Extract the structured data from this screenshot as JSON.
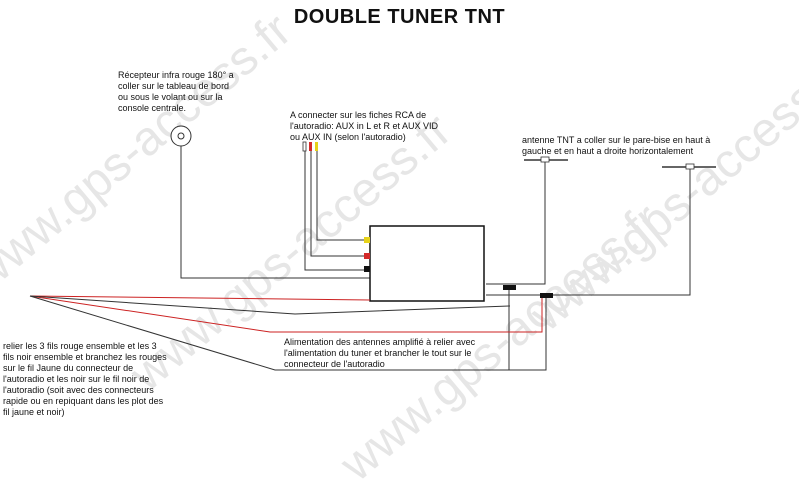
{
  "title": "DOUBLE TUNER TNT",
  "watermark": "www.gps-access.fr",
  "labels": {
    "ir_receiver": [
      "Récepteur infra rouge 180° a",
      "coller sur le tableau de bord",
      "ou sous le volant ou sur la",
      "console centrale."
    ],
    "rca": [
      "A connecter sur les fiches RCA de",
      "l'autoradio: AUX in L et R et AUX VID",
      "ou AUX IN (selon l'autoradio)"
    ],
    "antenna": [
      "antenne TNT a coller sur le pare-bise en haut à",
      "gauche et en haut a droite horizontalement"
    ],
    "power": [
      "Alimentation des antennes amplifié à relier avec",
      "l'alimentation du tuner et brancher le tout sur le",
      "connecteur de l'autoradio"
    ],
    "wires": [
      "relier les 3 fils rouge ensemble et les 3",
      "fils noir ensemble et branchez les rouges",
      "sur le fil Jaune du connecteur de",
      "l'autoradio et les noir sur le fil noir de",
      "l'autoradio (soit avec des connecteurs",
      "rapide ou en repiquant dans les plot des",
      "fil jaune et noir)"
    ]
  },
  "colors": {
    "wire": "#333333",
    "red_wire": "#cc2222",
    "rca_yellow": "#e6d21a",
    "rca_red": "#d42a2a",
    "watermark": "#e6e6e6"
  }
}
